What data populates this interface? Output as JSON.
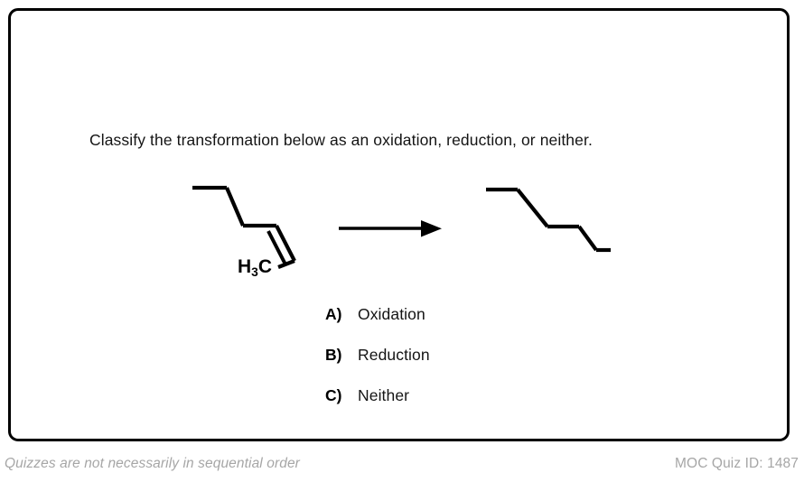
{
  "card": {
    "border_color": "#000000",
    "background": "#ffffff"
  },
  "question": {
    "text": "Classify the transformation below as an oxidation, reduction, or neither."
  },
  "reaction": {
    "reactant": {
      "name": "cis-2-hexene",
      "label": "H3C",
      "label_main": "H",
      "label_sub": "3",
      "label_tail": "C",
      "bond_type": "cis-double-bond",
      "stroke_color": "#000000"
    },
    "arrow": {
      "type": "reaction-arrow",
      "direction": "right",
      "stroke_color": "#000000"
    },
    "product": {
      "name": "hexane",
      "bond_type": "all-single",
      "stroke_color": "#000000"
    }
  },
  "options": [
    {
      "letter": "A)",
      "label": "Oxidation"
    },
    {
      "letter": "B)",
      "label": "Reduction"
    },
    {
      "letter": "C)",
      "label": "Neither"
    }
  ],
  "footer": {
    "note": "Quizzes are not necessarily in sequential order",
    "quiz_id": "MOC Quiz ID: 1487",
    "text_color": "#a6a6a6"
  }
}
